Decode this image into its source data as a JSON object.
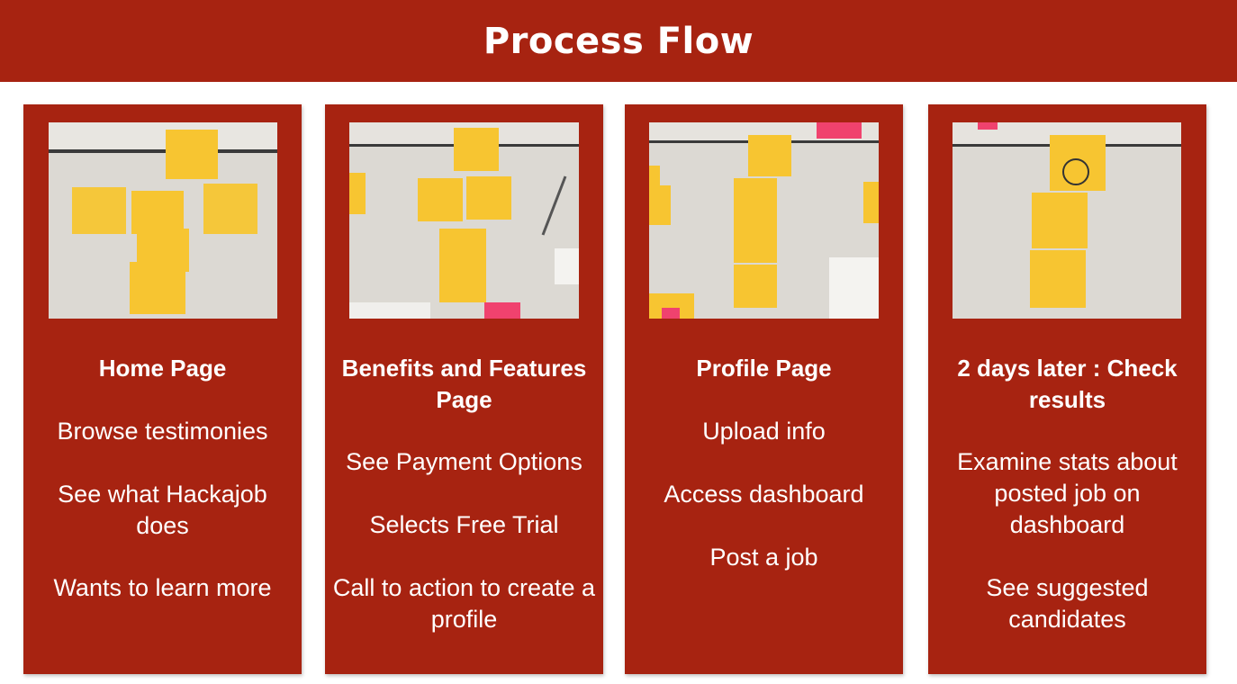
{
  "header": {
    "title": "Process Flow"
  },
  "steps": [
    {
      "photo": "sticky-notes-home-page",
      "title": "Home Page",
      "items": [
        "Browse testimonies",
        "See what Hackajob does",
        "Wants to learn more"
      ]
    },
    {
      "photo": "sticky-notes-benefits-page",
      "title": "Benefits and Features Page",
      "items": [
        "See Payment Options",
        "Selects Free Trial",
        "Call to action to create a profile"
      ]
    },
    {
      "photo": "sticky-notes-profile-page",
      "title": "Profile Page",
      "items": [
        "Upload info",
        "Access dashboard",
        "Post a job"
      ]
    },
    {
      "photo": "sticky-notes-results",
      "title": "2 days later : Check results",
      "items": [
        "Examine stats about posted job on dashboard",
        "See suggested candidates"
      ]
    }
  ],
  "colors": {
    "banner": "#a72311",
    "card": "#a72311",
    "text": "#ffffff",
    "sticky_note": "#f7c531",
    "pink_note": "#f0426e"
  }
}
